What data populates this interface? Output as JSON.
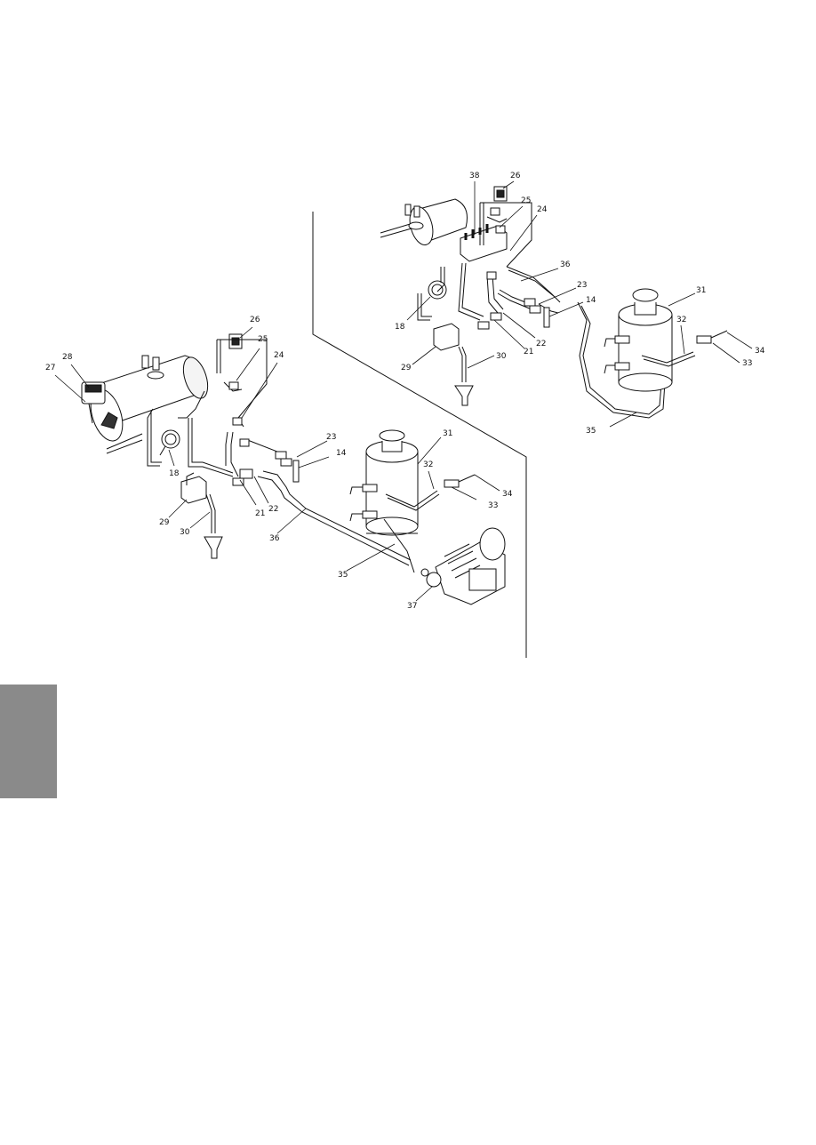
{
  "diagram": {
    "left_assembly": {
      "callouts": {
        "c14": "14",
        "c18": "18",
        "c21": "21",
        "c22": "22",
        "c23": "23",
        "c24": "24",
        "c25": "25",
        "c26": "26",
        "c27": "27",
        "c28": "28",
        "c29": "29",
        "c30": "30",
        "c31": "31",
        "c32": "32",
        "c33": "33",
        "c34": "34",
        "c35": "35",
        "c36": "36",
        "c37": "37"
      }
    },
    "right_assembly": {
      "callouts": {
        "c14": "14",
        "c18": "18",
        "c21": "21",
        "c22": "22",
        "c23": "23",
        "c24": "24",
        "c25": "25",
        "c26": "26",
        "c29": "29",
        "c30": "30",
        "c31": "31",
        "c32": "32",
        "c33": "33",
        "c34": "34",
        "c35": "35",
        "c36": "36",
        "c38": "38"
      }
    }
  },
  "colors": {
    "line": "#111111",
    "side_tab": "#8a8a8a"
  }
}
